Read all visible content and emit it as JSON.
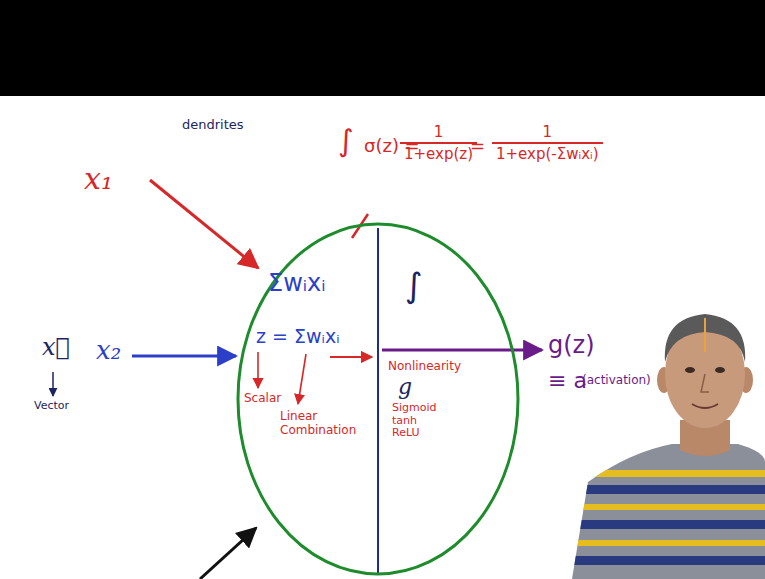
{
  "diagram": {
    "nodes": [
      {
        "text": [
          "Σwᵢxᵢ",
          "z = Σwᵢxᵢ",
          "Scalar",
          "Linear Combination",
          "∫",
          "Nonlinearity",
          "g",
          "Sigmoid tanh ReLU"
        ]
      }
    ],
    "labels": [
      "dendrites",
      "∫",
      "σ(z) =",
      "1",
      "1+exp(z)",
      "=",
      "1",
      "1+exp(-Σwᵢxᵢ)",
      "x₁",
      "x⃗",
      "Vector",
      "x₂",
      "g(z)",
      "≡ a",
      "(activation)"
    ]
  }
}
